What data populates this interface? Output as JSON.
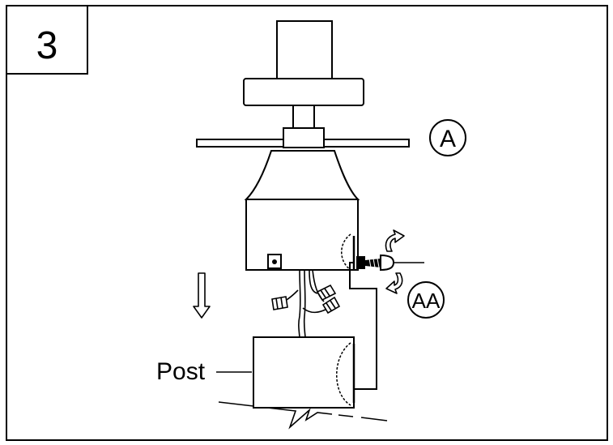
{
  "step": {
    "number": "3"
  },
  "callouts": {
    "part_a": "A",
    "part_aa": "AA"
  },
  "labels": {
    "post": "Post"
  },
  "colors": {
    "line": "#000000",
    "background": "#ffffff"
  },
  "icons": {
    "rotate_top": "curved-rotation-arrow-icon",
    "rotate_bottom": "curved-rotation-arrow-icon",
    "direction": "down-arrow-icon",
    "screw": "screw-icon"
  }
}
